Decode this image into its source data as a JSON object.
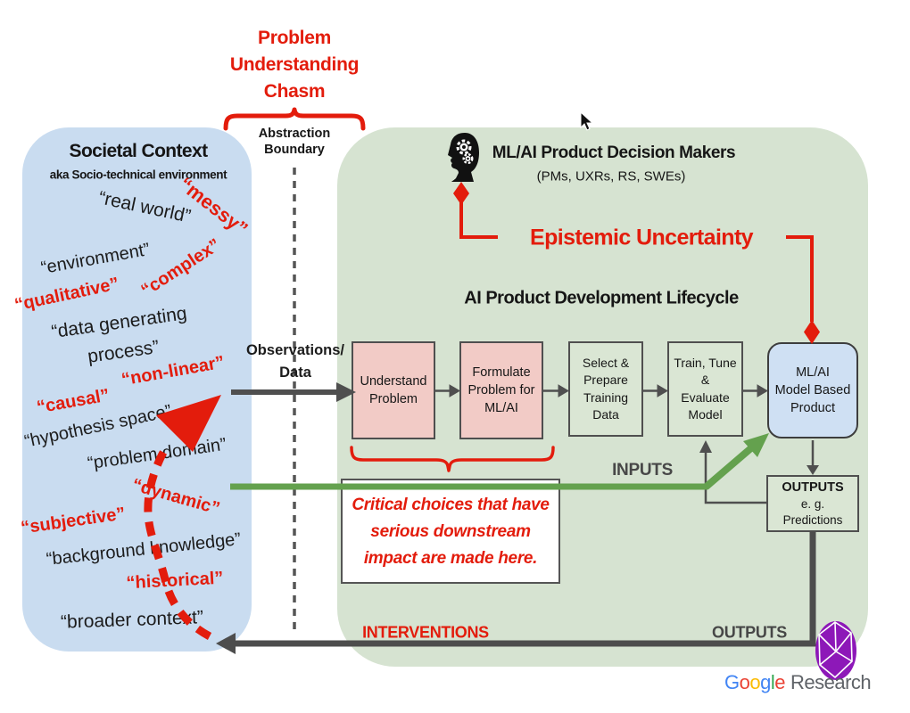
{
  "colors": {
    "annotation_red": "#e31c0c",
    "societal_blue_bg": "#c9dcf0",
    "lifecycle_green_bg": "#d6e3d1",
    "pink_stage_box": "#f2cbc6",
    "green_stage_box": "#dae6d4",
    "product_blue_box": "#cfe0f3",
    "arrow_gray": "#4f4f4f",
    "inputs_green": "#64a14e",
    "logo_purple": "#8d18b8",
    "google_blue": "#4285F4",
    "google_red": "#EA4335",
    "google_yellow": "#FBBC05",
    "google_green": "#34A853",
    "research_gray": "#5f6368"
  },
  "chasm": {
    "title_lines": [
      "Problem",
      "Understanding",
      "Chasm"
    ],
    "boundary_lines": [
      "Abstraction",
      "Boundary"
    ]
  },
  "societal": {
    "title": "Societal Context",
    "subtitle": "aka Socio-technical environment",
    "words": [
      "“real world”",
      "“messy”",
      "“environment”",
      "“qualitative”",
      "“complex”",
      "“data generating process”",
      "“non-linear”",
      "“causal”",
      "“hypothesis space”",
      "“problem domain”",
      "“dynamic”",
      "“subjective”",
      "“background knowledge”",
      "“historical”",
      "“broader context”"
    ]
  },
  "decision_makers": {
    "title": "ML/AI Product Decision Makers",
    "subtitle": "(PMs, UXRs, RS, SWEs)"
  },
  "epistemic_label": "Epistemic Uncertainty",
  "lifecycle": {
    "title": "AI Product Development Lifecycle",
    "boxes": [
      {
        "lines": [
          "Understand",
          "Problem"
        ]
      },
      {
        "lines": [
          "Formulate",
          "Problem for",
          "ML/AI"
        ]
      },
      {
        "lines": [
          "Select &",
          "Prepare",
          "Training",
          "Data"
        ]
      },
      {
        "lines": [
          "Train, Tune",
          "&",
          "Evaluate",
          "Model"
        ]
      },
      {
        "lines": [
          "ML/AI",
          "Model Based",
          "Product"
        ]
      }
    ],
    "outputs_box_lines": [
      "OUTPUTS",
      "e. g.",
      "Predictions"
    ]
  },
  "flow_labels": {
    "observations_lines": [
      "Observations/",
      "Data"
    ],
    "inputs": "INPUTS",
    "interventions": "INTERVENTIONS",
    "outputs": "OUTPUTS"
  },
  "critical_note_lines": [
    "Critical choices that have",
    "serious downstream",
    "impact are made here."
  ],
  "brand": {
    "google": [
      "G",
      "o",
      "o",
      "g",
      "l",
      "e"
    ],
    "research": "Research"
  }
}
